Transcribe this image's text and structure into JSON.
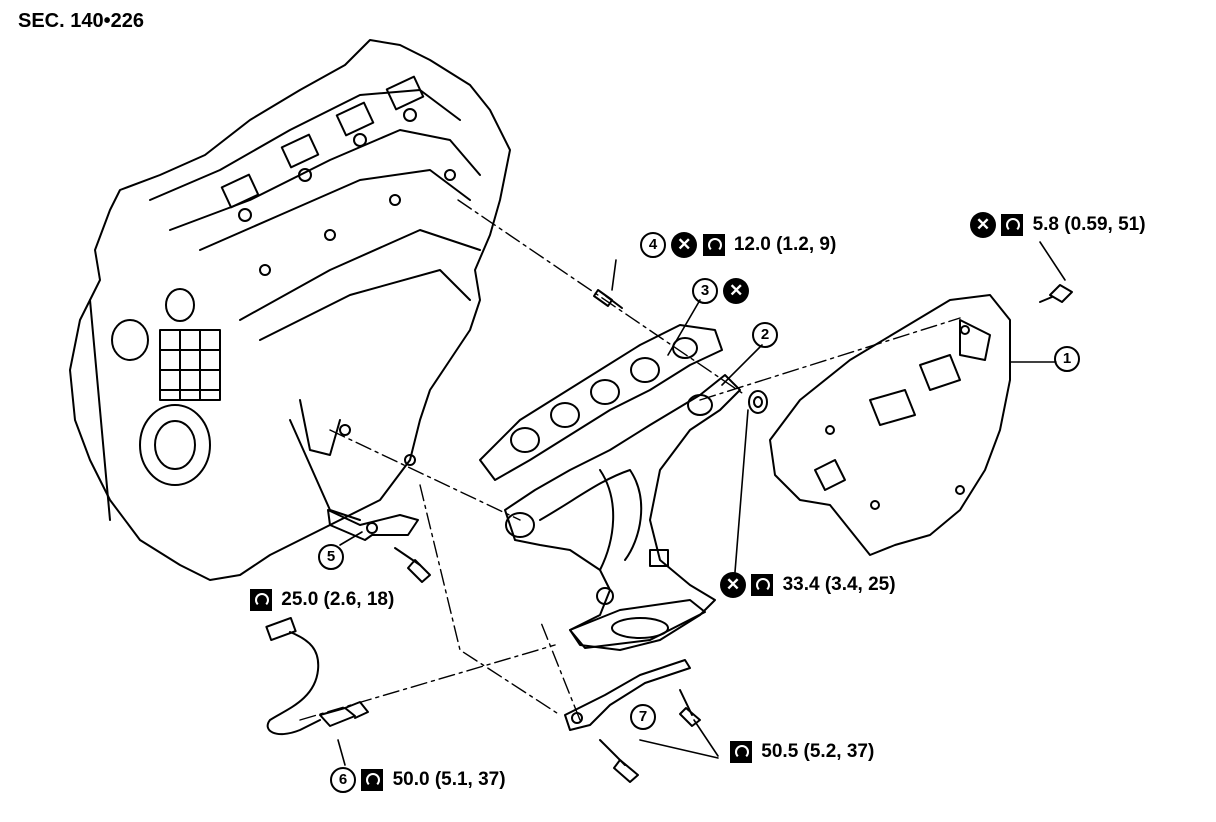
{
  "section_ref": "SEC. 140•226",
  "parts": {
    "p1": "1",
    "p2": "2",
    "p3": "3",
    "p4": "4",
    "p5": "5",
    "p6": "6",
    "p7": "7"
  },
  "specs": {
    "heat_insulator_bolt": "5.8 (0.59, 51)",
    "stud_bolt": "12.0 (1.2, 9)",
    "manifold_nut": "33.4 (3.4, 25)",
    "bracket_bolt": "25.0 (2.6, 18)",
    "sensor": "50.0 (5.1, 37)",
    "support_bolts": "50.5 (5.2, 37)"
  },
  "symbols": {
    "replace": "✕"
  }
}
